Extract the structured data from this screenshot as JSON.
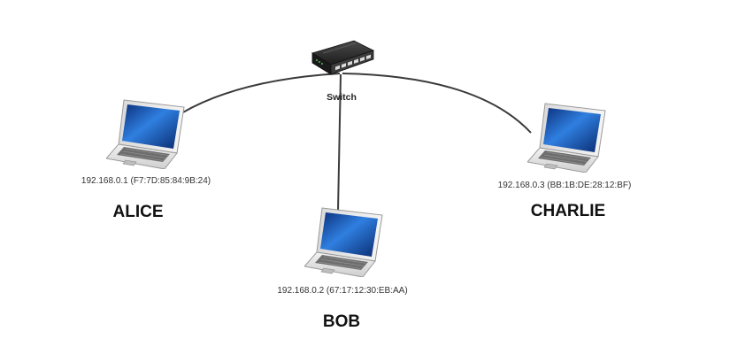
{
  "switch": {
    "label": "Switch",
    "icon": "network-switch-icon"
  },
  "hosts": [
    {
      "id": "alice",
      "name": "ALICE",
      "address": "192.168.0.1 (F7:7D:85:84:9B:24)",
      "icon": "laptop-icon"
    },
    {
      "id": "bob",
      "name": "BOB",
      "address": "192.168.0.2 (67:17:12:30:EB:AA)",
      "icon": "laptop-icon"
    },
    {
      "id": "charlie",
      "name": "CHARLIE",
      "address": "192.168.0.3 (BB:1B:DE:28:12:BF)",
      "icon": "laptop-icon"
    }
  ],
  "links": [
    {
      "from": "switch",
      "to": "alice"
    },
    {
      "from": "switch",
      "to": "bob"
    },
    {
      "from": "switch",
      "to": "charlie"
    }
  ],
  "colors": {
    "link": "#3a3a3a",
    "screen": "#1a56b8",
    "body": "#e6e6e6",
    "switch": "#2b2b2b"
  }
}
